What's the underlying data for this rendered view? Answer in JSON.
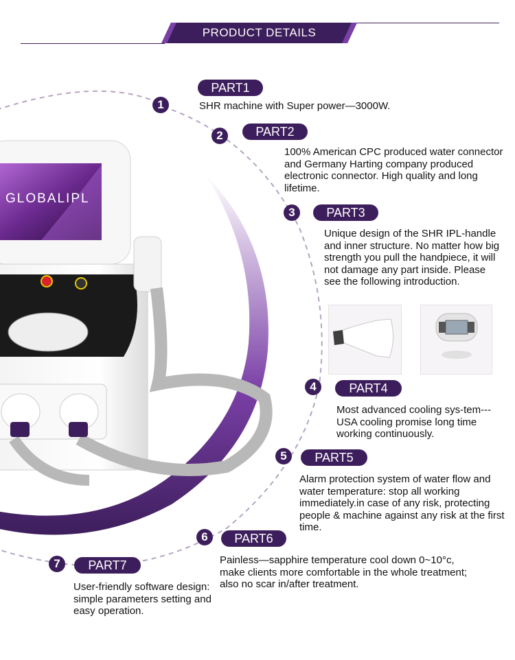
{
  "header": {
    "title": "PRODUCT DETAILS"
  },
  "machine": {
    "screen_brand": "GLOBALIPL"
  },
  "parts": [
    {
      "num": "1",
      "label": "PART1",
      "text": "SHR machine with Super power—3000W."
    },
    {
      "num": "2",
      "label": "PART2",
      "text": "100% American CPC produced water connector and Germany Harting company produced electronic connector. High quality and long lifetime."
    },
    {
      "num": "3",
      "label": "PART3",
      "text": "Unique design of the SHR IPL-handle and inner structure. No matter how big strength you pull the handpiece, it will not damage any part inside. Please see the following introduction."
    },
    {
      "num": "4",
      "label": "PART4",
      "text": "Most advanced cooling sys-tem---USA cooling promise long time working continuously."
    },
    {
      "num": "5",
      "label": "PART5",
      "text": "Alarm protection system of water flow and water temperature: stop all working immediately.in case of any risk, protecting people & machine against any risk at the first time."
    },
    {
      "num": "6",
      "label": "PART6",
      "text": "Painless—sapphire temperature cool down 0~10°c, make clients more comfortable in the whole treatment; also no scar in/after treatment."
    },
    {
      "num": "7",
      "label": "PART7",
      "text": "User-friendly software design: simple parameters setting and easy operation."
    }
  ],
  "colors": {
    "accent": "#3d1e5c",
    "accent_light": "#7b3fa8"
  }
}
